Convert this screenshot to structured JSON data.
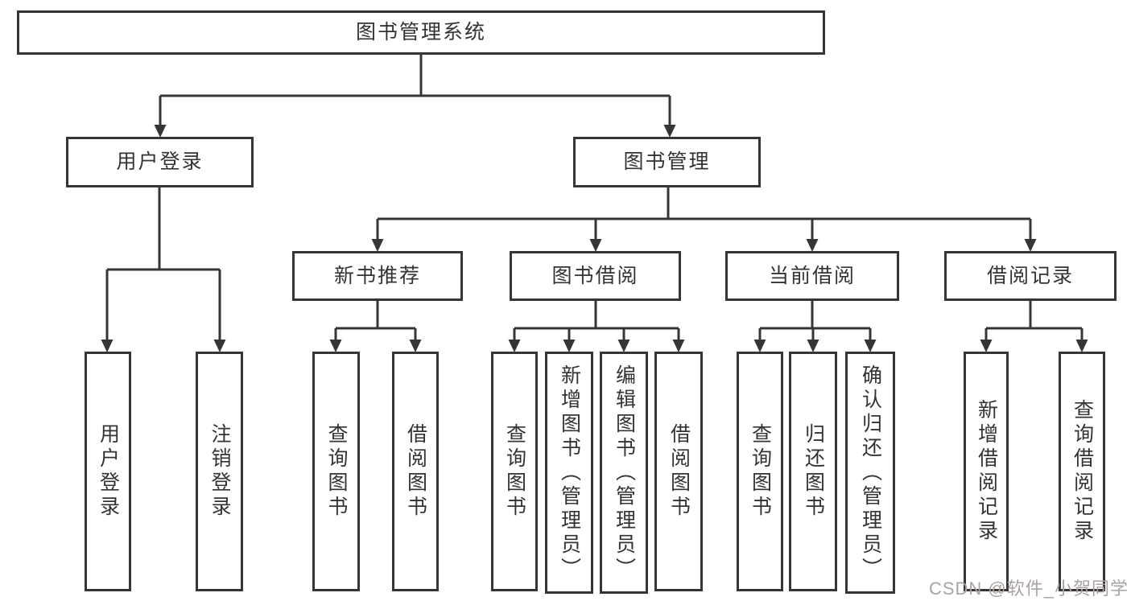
{
  "tree": {
    "root": {
      "label": "图书管理系统"
    },
    "branches": [
      {
        "label": "用户登录",
        "children": [
          {
            "label": "用户登录"
          },
          {
            "label": "注销登录"
          }
        ]
      },
      {
        "label": "图书管理",
        "children": [
          {
            "label": "新书推荐",
            "children": [
              {
                "label": "查询图书"
              },
              {
                "label": "借阅图书"
              }
            ]
          },
          {
            "label": "图书借阅",
            "children": [
              {
                "label": "查询图书"
              },
              {
                "label": "新增图书（管理员）"
              },
              {
                "label": "编辑图书（管理员）"
              },
              {
                "label": "借阅图书"
              }
            ]
          },
          {
            "label": "当前借阅",
            "children": [
              {
                "label": "查询图书"
              },
              {
                "label": "归还图书"
              },
              {
                "label": "确认归还（管理员）"
              }
            ]
          },
          {
            "label": "借阅记录",
            "children": [
              {
                "label": "新增借阅记录"
              },
              {
                "label": "查询借阅记录"
              }
            ]
          }
        ]
      }
    ]
  },
  "watermark": {
    "text": "CSDN @软件_小贺同学"
  },
  "colors": {
    "line": "#363636",
    "text": "#333333",
    "watermark": "#aaa3a0",
    "background": "#ffffff"
  }
}
